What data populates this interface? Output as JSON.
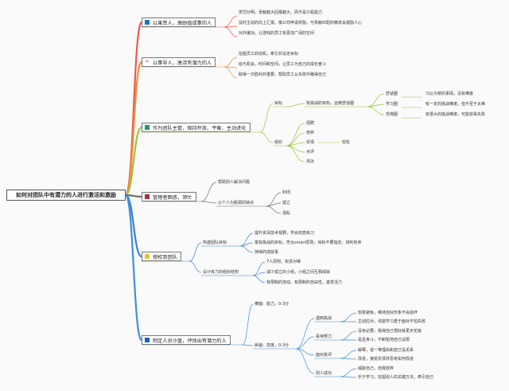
{
  "root": "如何对团队中有潜力的人进行激活和激励",
  "branches": [
    {
      "title": "以果赏人，激励值成事的人",
      "color": "#f05a4a",
      "icon": "flag-icon",
      "leaves": [
        "赏罚分明，贡献越大回报越大，而不是只看能力",
        "及时主动的向上汇报，像公司申请奖励，与贡献匹配的精享会激励人心",
        "对外撮功，让游戏的员工有更加广阔的空间"
      ]
    },
    {
      "title": "以事导人，激活有潜力的人",
      "color": "#f28a3a",
      "icon": "scissors-icon",
      "leaves": [
        "挖掘员工的动机，牵引并设定目标",
        "给与机会，时间和空间，让员工为自己的成长奋斗",
        "取得一次胜利并重要，帮助员工从失败中赚得自己"
      ]
    },
    {
      "title": "作为团队主管，保持开放、平衡、主动进化",
      "color": "#9bc43c",
      "icon": "square-icon",
      "goal_label": "目标",
      "goal_text": "有挑战的目标，远离舒适圈",
      "zones": [
        {
          "name": "舒适圈",
          "desc": "习以为常的事情，没有难度"
        },
        {
          "name": "学习圈",
          "desc": "有一定的挑战难度，但不至于太难"
        },
        {
          "name": "恐慌圈",
          "desc": "有很大的挑战难度，可能容易失败"
        }
      ],
      "org_label": "组织",
      "org_items": [
        "招聘",
        "培养",
        "反馈",
        "点评",
        "淘汰"
      ],
      "org_note": "轻松"
    },
    {
      "title": "管理者困惑，领忙",
      "color": "#7a6f6a",
      "icon": "people-icon",
      "help_text": "帮助别人解决问题",
      "cut_label": "以个人为瓶颈的缺点",
      "cut_items": [
        "封闭",
        "孤立",
        "混乱"
      ]
    },
    {
      "title": "授权到团队",
      "color": "#3d7fd0",
      "icon": "thumb-icon",
      "groups": [
        {
          "label": "构建团队目标",
          "items": [
            "提升资深技术视野，学会刻意练习",
            "富有挑战的目标，符合smart原则，目标不要指定，讲利有序",
            "持续的成就事"
          ]
        },
        {
          "label": "设计有力的组织结构",
          "items": [
            "7人原则，权责对等",
            "减少孤立的小组，小组之间互相成就",
            "有限制的流动，有限制的自由性，激发活力"
          ]
        }
      ]
    },
    {
      "title": "制定人员沙盘，评估出有潜力的人",
      "color": "#3f8fd8",
      "icon": "flag-icon",
      "axis1": "横轴：能力，0-3分",
      "axis2": "纵轴：态度，0-3分",
      "attitudes": [
        {
          "name": "遇到挑战",
          "items": [
            "刻意避免，维持自好形象不会损坏",
            "主动应对，渴望学习勇于面对不怕失败"
          ]
        },
        {
          "name": "看待努力",
          "items": [
            "没有必要，我得自己很好就更天花板",
            "是显身斗，不断拓地自己设限"
          ]
        },
        {
          "name": "面对批评",
          "items": [
            "解释，说一堆理由和自己没关系",
            "改进，接受反馈并思考如何改进"
          ]
        },
        {
          "name": "别人成功",
          "items": [
            "威胁自己，自我放弃",
            "乐于学习，挖掘别人的关键方法，牵引自己"
          ]
        }
      ]
    }
  ]
}
